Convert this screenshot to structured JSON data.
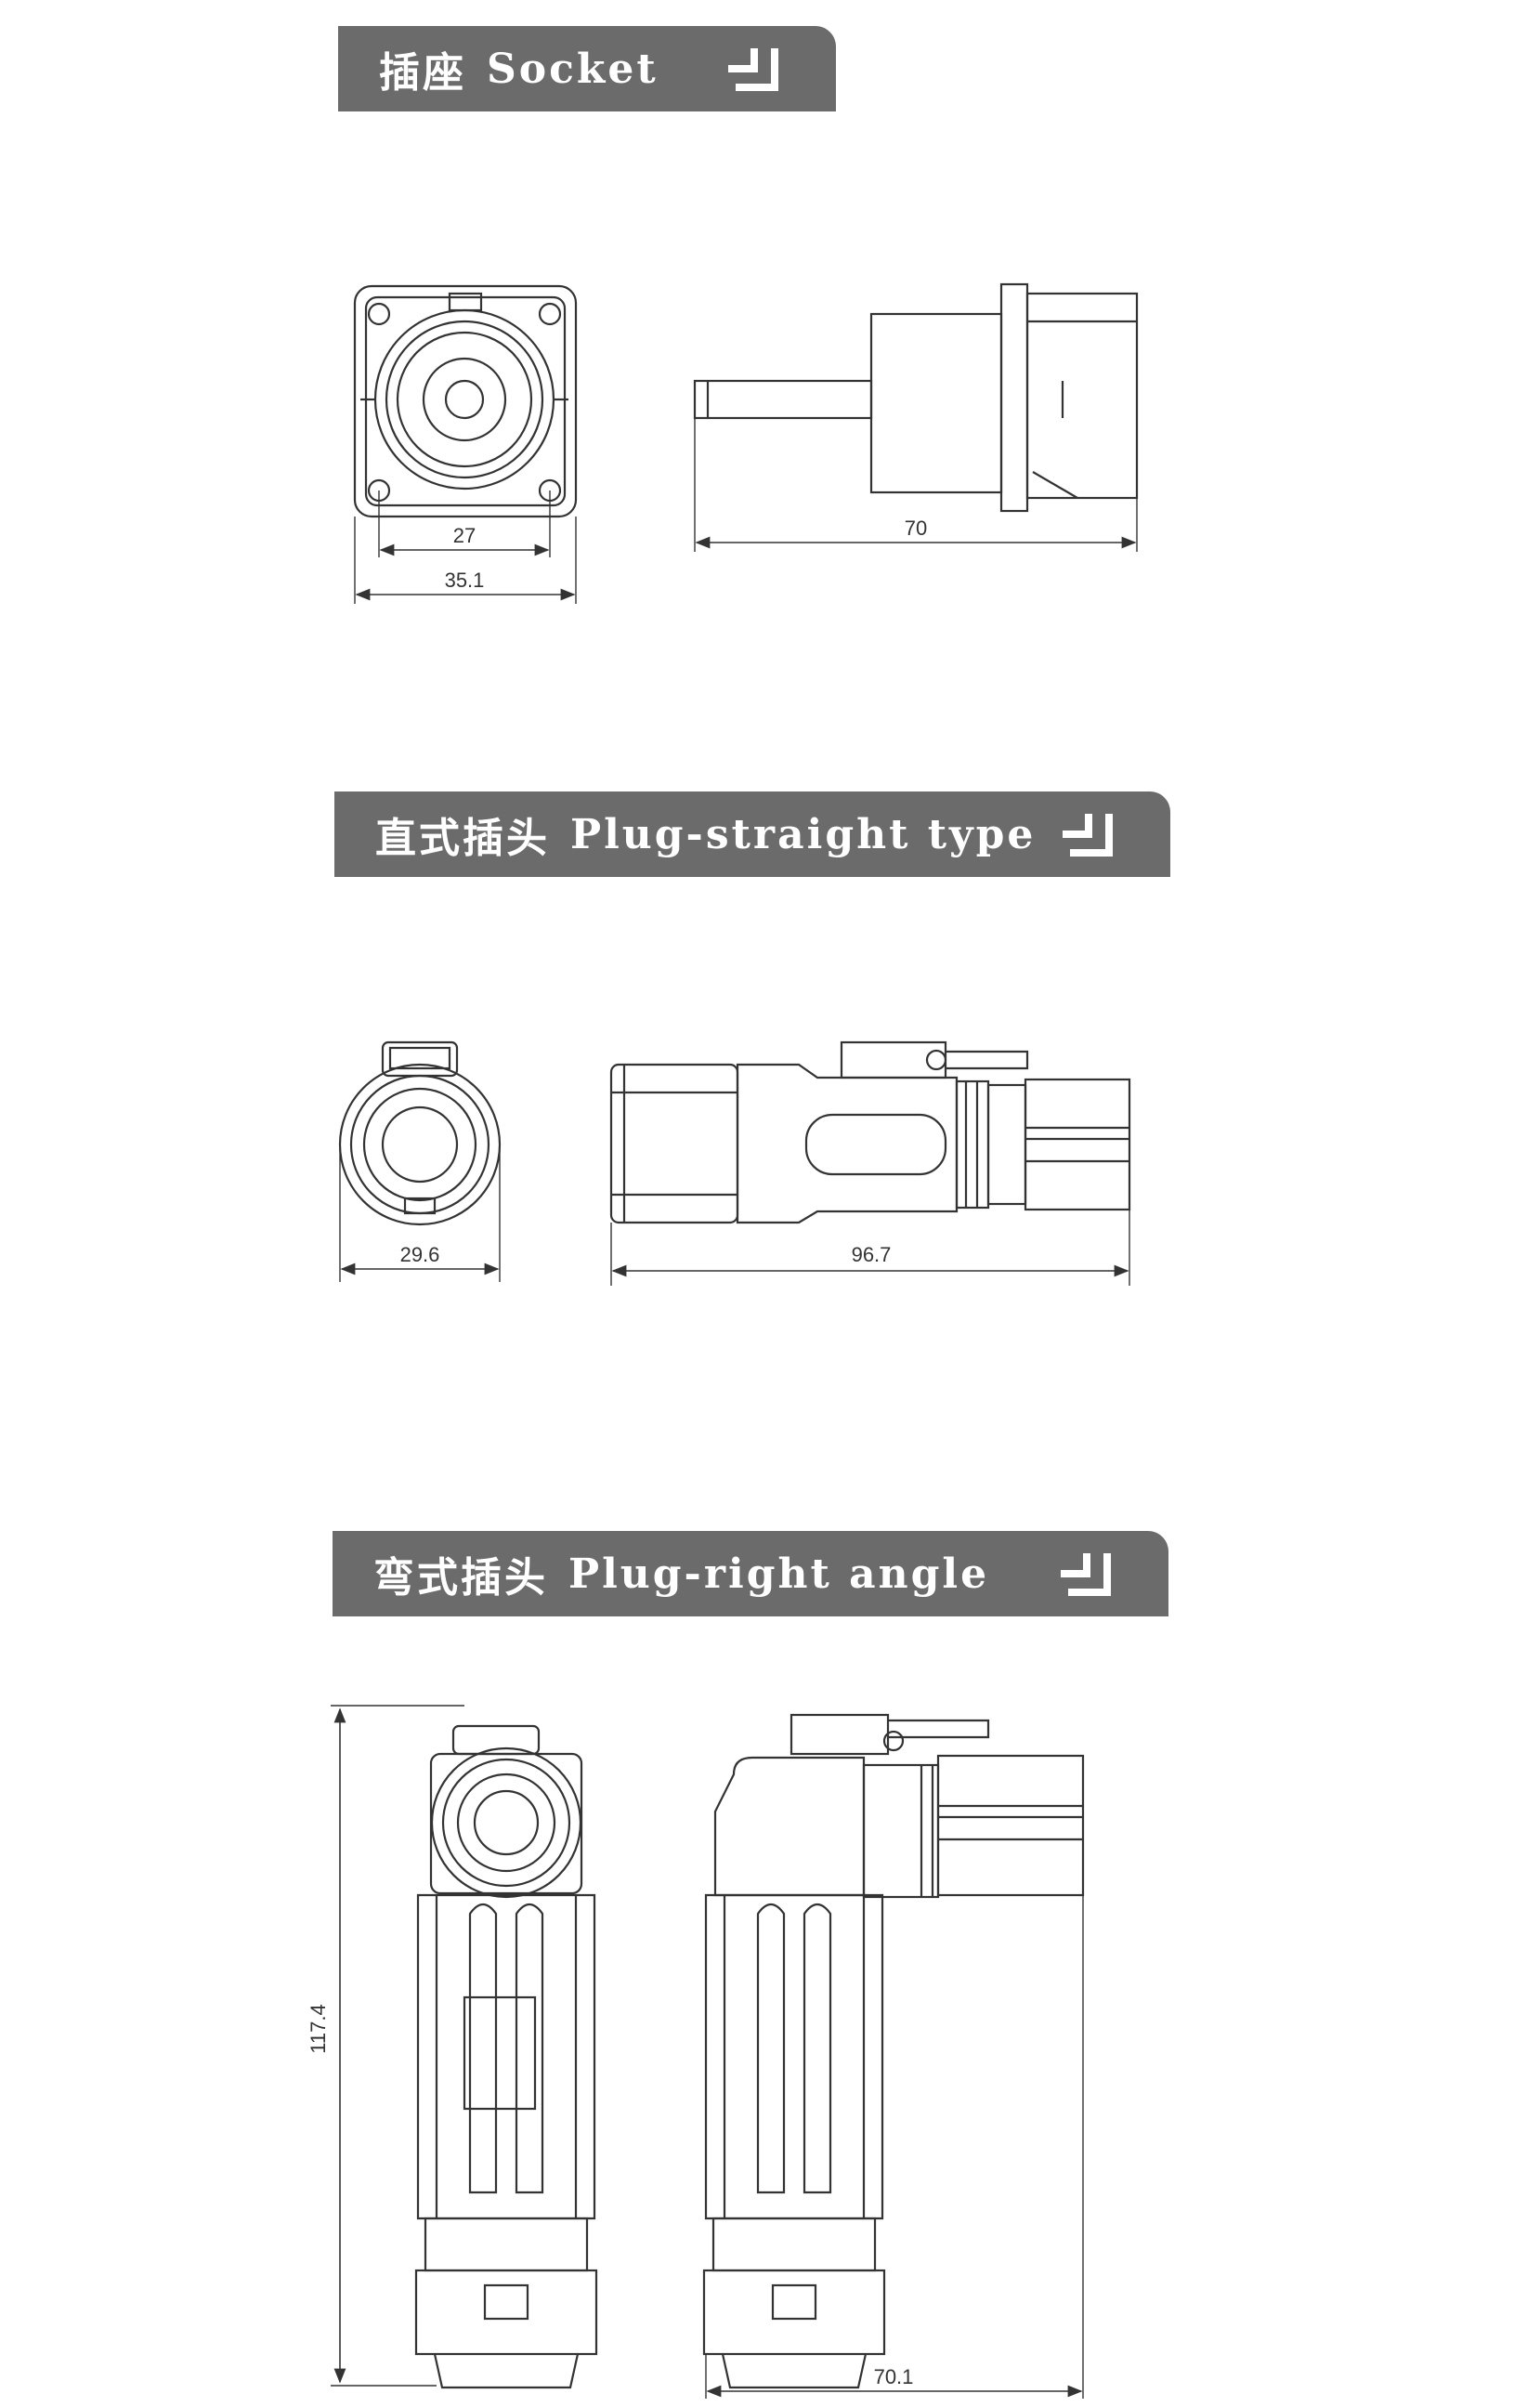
{
  "sections": [
    {
      "cn": "插座",
      "en": "Socket"
    },
    {
      "cn": "直式插头",
      "en": "Plug-straight type"
    },
    {
      "cn": "弯式插头",
      "en": "Plug-right angle"
    }
  ],
  "dimensions": {
    "socket_inner": "27",
    "socket_outer": "35.1",
    "socket_length": "70",
    "straight_diameter": "29.6",
    "straight_length": "96.7",
    "angle_height": "117.4",
    "angle_width": "70.1"
  },
  "icons": [
    "corner-arrow-icon"
  ],
  "colors": {
    "banner": "#6b6b6b",
    "line": "#333333"
  }
}
